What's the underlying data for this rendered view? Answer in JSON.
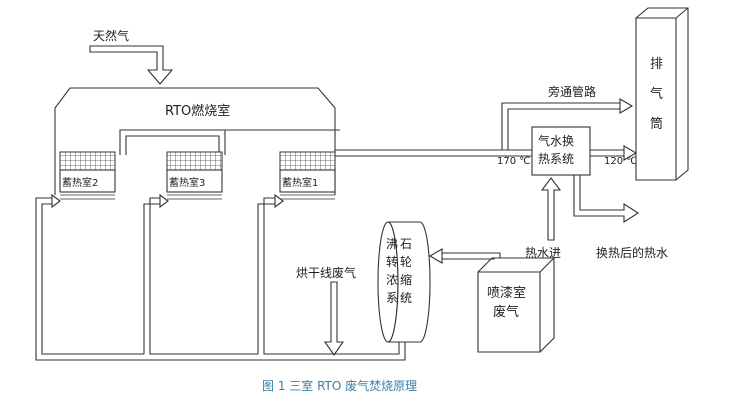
{
  "labels": {
    "natural_gas": "天然气",
    "rto_chamber": "RTO燃烧室",
    "bypass_pipe": "旁通管路",
    "exchanger_line1": "气水换",
    "exchanger_line2": "热系统",
    "temp_in": "170 ℃",
    "temp_out": "120 ℃",
    "chimney": [
      "排",
      "气",
      "筒"
    ],
    "regen_2": "蓄热室2",
    "regen_3": "蓄热室3",
    "regen_1": "蓄热室1",
    "hot_water_in": "热水进",
    "hot_water_out": "换热后的热水",
    "zeolite": [
      "沸",
      "石",
      "转",
      "轮",
      "浓",
      "缩",
      "系",
      "统"
    ],
    "paint_room_line1": "喷漆室",
    "paint_room_line2": "废气",
    "drying_exhaust": "烘干线废气"
  },
  "caption": "图 1    三室 RTO 废气焚烧原理"
}
